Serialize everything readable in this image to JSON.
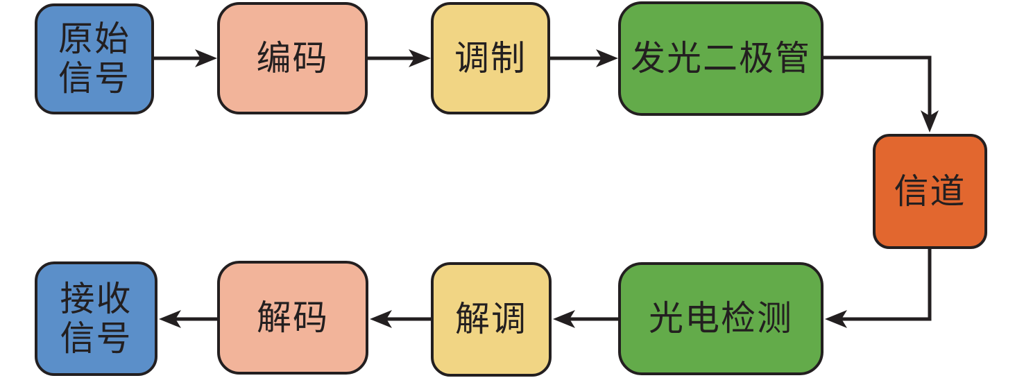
{
  "colors": {
    "blue": "#5b8fc9",
    "salmon": "#f2b49a",
    "yellow": "#f1d584",
    "green": "#63ab4a",
    "orange": "#e2672f",
    "outline": "#231f20",
    "arrow": "#231f20",
    "background": "#ffffff"
  },
  "nodes": [
    {
      "id": "original-signal",
      "label": "原始信号",
      "lines": [
        "原始",
        "信号"
      ],
      "color": "#5b8fc9"
    },
    {
      "id": "encode",
      "label": "编码",
      "lines": [
        "编码"
      ],
      "color": "#f2b49a"
    },
    {
      "id": "modulate",
      "label": "调制",
      "lines": [
        "调制"
      ],
      "color": "#f1d584"
    },
    {
      "id": "led",
      "label": "发光二极管",
      "lines": [
        "发光二极管"
      ],
      "color": "#63ab4a"
    },
    {
      "id": "channel",
      "label": "信道",
      "lines": [
        "信道"
      ],
      "color": "#e2672f"
    },
    {
      "id": "photodetect",
      "label": "光电检测",
      "lines": [
        "光电检测"
      ],
      "color": "#63ab4a"
    },
    {
      "id": "demodulate",
      "label": "解调",
      "lines": [
        "解调"
      ],
      "color": "#f1d584"
    },
    {
      "id": "decode",
      "label": "解码",
      "lines": [
        "解码"
      ],
      "color": "#f2b49a"
    },
    {
      "id": "received-signal",
      "label": "接收信号",
      "lines": [
        "接收",
        "信号"
      ],
      "color": "#5b8fc9"
    }
  ],
  "edges": [
    {
      "from": "原始信号",
      "to": "编码"
    },
    {
      "from": "编码",
      "to": "调制"
    },
    {
      "from": "调制",
      "to": "发光二极管"
    },
    {
      "from": "发光二极管",
      "to": "信道"
    },
    {
      "from": "信道",
      "to": "光电检测"
    },
    {
      "from": "光电检测",
      "to": "解调"
    },
    {
      "from": "解调",
      "to": "解码"
    },
    {
      "from": "解码",
      "to": "接收信号"
    }
  ]
}
